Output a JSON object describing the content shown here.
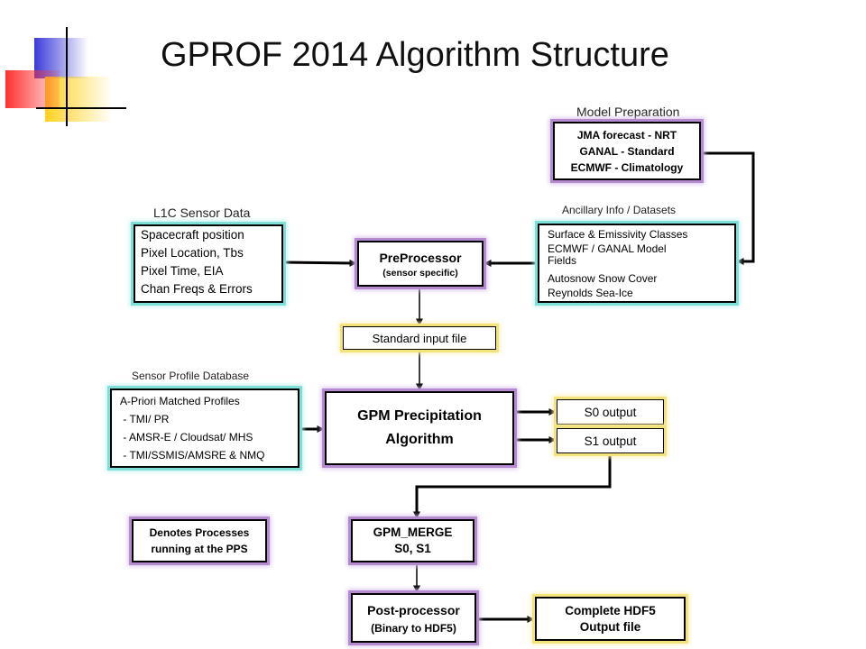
{
  "title": "GPROF 2014 Algorithm Structure",
  "model_prep": {
    "caption": "Model Preparation",
    "lines": [
      "JMA forecast - NRT",
      "GANAL - Standard",
      "ECMWF - Climatology"
    ]
  },
  "l1c": {
    "caption": "L1C Sensor Data",
    "lines": [
      "Spacecraft position",
      "Pixel Location, Tbs",
      "Pixel Time, EIA",
      "Chan Freqs & Errors"
    ]
  },
  "ancillary": {
    "caption": "Ancillary Info / Datasets",
    "lines": [
      "Surface & Emissivity Classes",
      "ECMWF / GANAL Model",
      "Fields",
      "Autosnow  Snow Cover",
      "Reynolds Sea-Ice"
    ]
  },
  "preprocessor": {
    "line1": "PreProcessor",
    "line2": "(sensor specific)"
  },
  "standard_input": "Standard input file",
  "profile_db": {
    "caption": "Sensor Profile Database",
    "lines": [
      "A-Priori Matched Profiles",
      " - TMI/ PR",
      " - AMSR-E / Cloudsat/ MHS",
      " - TMI/SSMIS/AMSRE & NMQ"
    ]
  },
  "gpm_algorithm": {
    "line1": "GPM Precipitation",
    "line2": "Algorithm"
  },
  "s0_output": "S0 output",
  "s1_output": "S1 output",
  "legend": {
    "line1": "Denotes Processes",
    "line2": "running at the PPS"
  },
  "gpm_merge": {
    "line1": "GPM_MERGE",
    "line2": "S0, S1"
  },
  "postprocessor": {
    "line1": "Post-processor",
    "line2": "(Binary to HDF5)"
  },
  "hdf5": {
    "line1": "Complete HDF5",
    "line2": "Output file"
  },
  "colors": {
    "purple_glow": "#b58ad0",
    "cyan_glow": "#7ee0d8",
    "yellow_glow": "#f4e27a",
    "deco_blue": "#3b3bd9",
    "deco_red": "#ff3030",
    "deco_yellow": "#ffd21f"
  }
}
